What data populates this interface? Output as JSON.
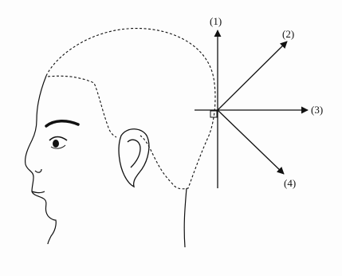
{
  "diagram": {
    "labels": {
      "direction_1": "(1)",
      "direction_2": "(2)",
      "direction_3": "(3)",
      "direction_4": "(4)"
    },
    "colors": {
      "line": "#111111",
      "background": "#fdfdfd"
    },
    "icons": [
      "head-profile-icon",
      "ear-icon",
      "eye-icon",
      "right-angle-marker-icon"
    ]
  }
}
